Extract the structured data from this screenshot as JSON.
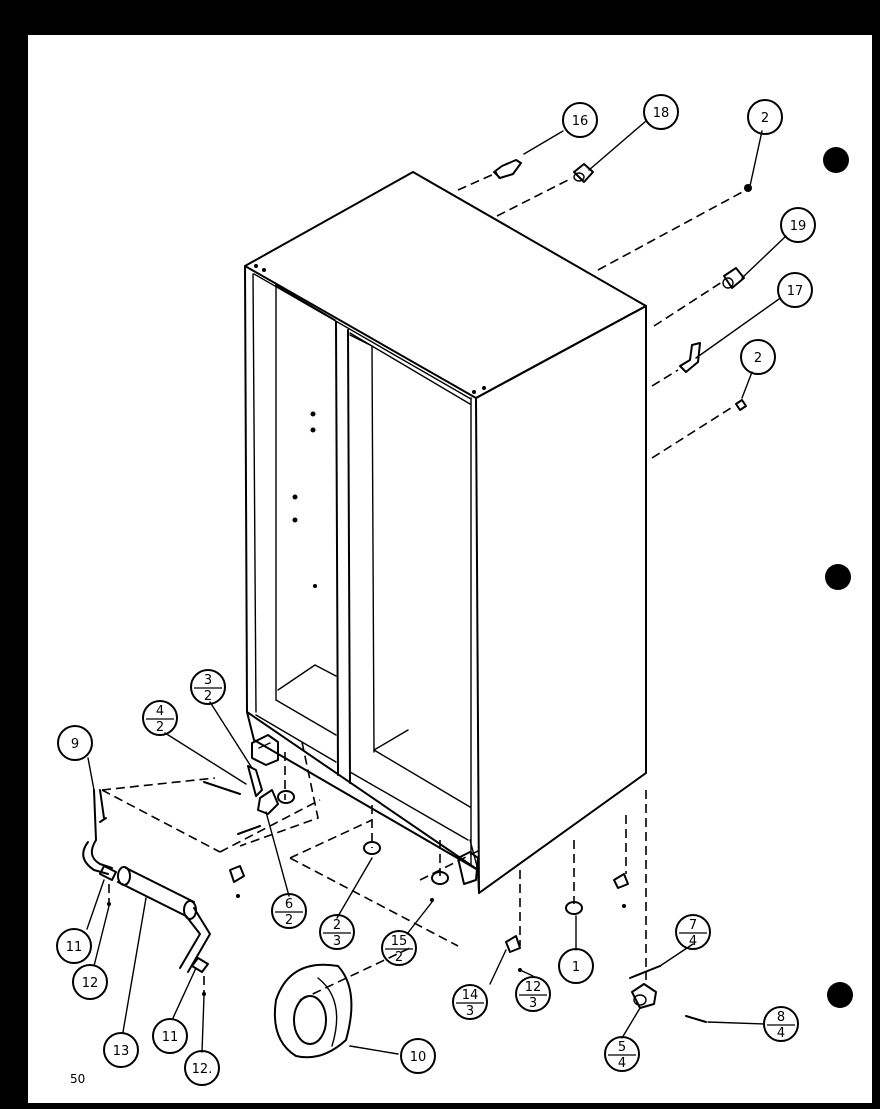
{
  "diagram": {
    "page_number": "50",
    "callouts": [
      {
        "id": "c16",
        "text": "16"
      },
      {
        "id": "c18",
        "text": "18"
      },
      {
        "id": "c2a",
        "text": "2"
      },
      {
        "id": "c19",
        "text": "19"
      },
      {
        "id": "c17",
        "text": "17"
      },
      {
        "id": "c2b",
        "text": "2"
      },
      {
        "id": "c9",
        "text": "9"
      },
      {
        "id": "c42",
        "top": "4",
        "bottom": "2"
      },
      {
        "id": "c32",
        "top": "3",
        "bottom": "2"
      },
      {
        "id": "c62",
        "top": "6",
        "bottom": "2"
      },
      {
        "id": "c23",
        "top": "2",
        "bottom": "3"
      },
      {
        "id": "c152",
        "top": "15",
        "bottom": "2"
      },
      {
        "id": "c1",
        "text": "1"
      },
      {
        "id": "c74",
        "top": "7",
        "bottom": "4"
      },
      {
        "id": "c84",
        "top": "8",
        "bottom": "4"
      },
      {
        "id": "c54",
        "top": "5",
        "bottom": "4"
      },
      {
        "id": "c143",
        "top": "14",
        "bottom": "3"
      },
      {
        "id": "c123",
        "top": "12",
        "bottom": "3"
      },
      {
        "id": "c10",
        "text": "10"
      },
      {
        "id": "c11a",
        "text": "11"
      },
      {
        "id": "c12a",
        "text": "12"
      },
      {
        "id": "c13",
        "text": "13"
      },
      {
        "id": "c11b",
        "text": "11"
      },
      {
        "id": "c12b",
        "text": "12."
      }
    ]
  }
}
